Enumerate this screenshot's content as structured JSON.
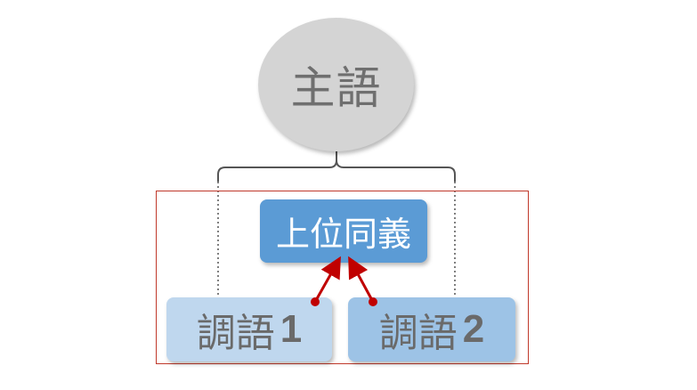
{
  "subject": {
    "label": "主語"
  },
  "hypernym": {
    "label": "上位同義"
  },
  "predicates": [
    {
      "label": "調語",
      "number": "1"
    },
    {
      "label": "調語",
      "number": "2"
    }
  ],
  "colors": {
    "subject_fill": "#d4d4d4",
    "hypernym_fill": "#5b9bd5",
    "predicate_1_fill": "#bfd7ee",
    "predicate_2_fill": "#9dc3e6",
    "arrow": "#c00000",
    "frame": "#c0392b",
    "connector": "#555555"
  }
}
